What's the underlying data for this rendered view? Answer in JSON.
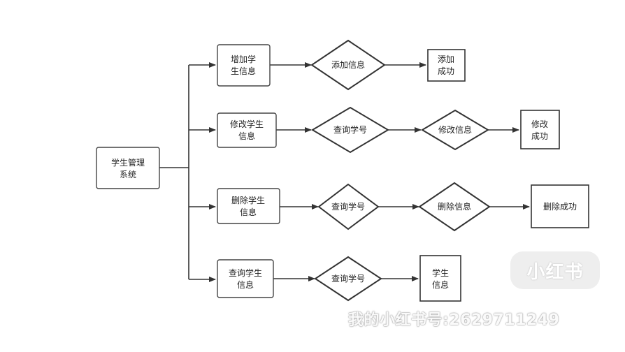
{
  "nodes": {
    "root": [
      "学生管理",
      "系统"
    ],
    "add": [
      "增加学",
      "生信息"
    ],
    "add_check": [
      "添加信息"
    ],
    "add_done": [
      "添加",
      "成功"
    ],
    "edit": [
      "修改学生",
      "信息"
    ],
    "edit_query": [
      "查询学号"
    ],
    "edit_check": [
      "修改信息"
    ],
    "edit_done": [
      "修改",
      "成功"
    ],
    "del": [
      "删除学生",
      "信息"
    ],
    "del_query": [
      "查询学号"
    ],
    "del_check": [
      "删除信息"
    ],
    "del_done": [
      "删除成功"
    ],
    "query": [
      "查询学生",
      "信息"
    ],
    "query_query": [
      "查询学号"
    ],
    "query_done": [
      "学生",
      "信息"
    ]
  },
  "watermark": {
    "logo": "小红书",
    "text": "我的小红书号:2629711249"
  }
}
